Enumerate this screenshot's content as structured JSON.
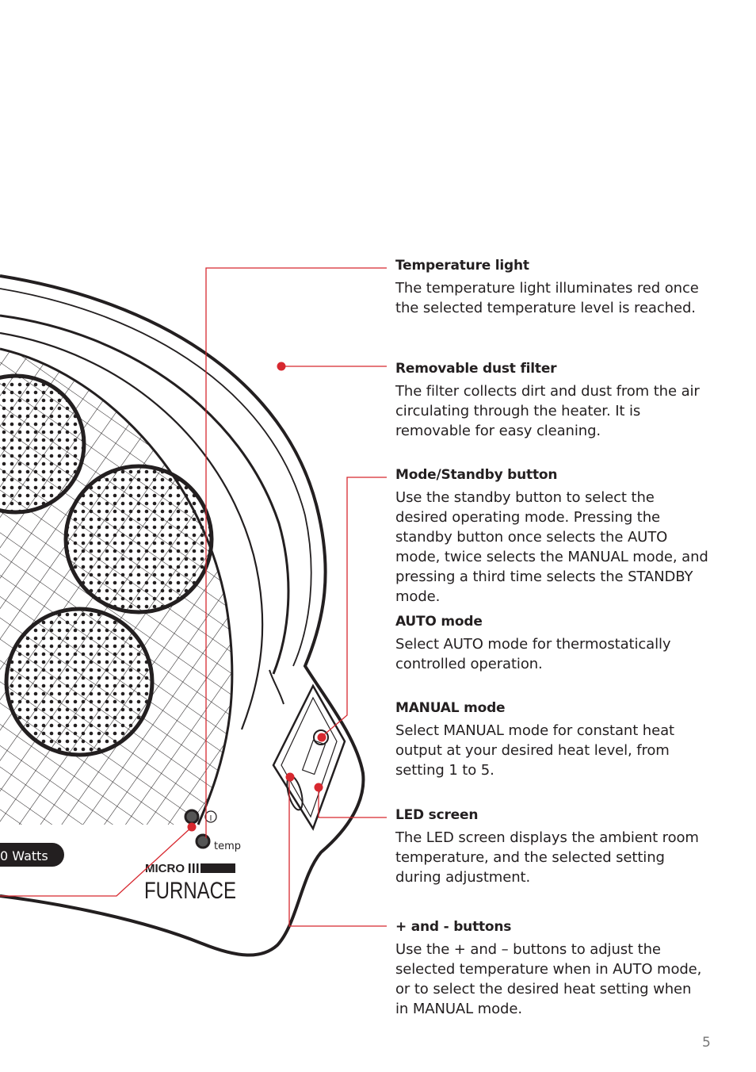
{
  "sections": [
    {
      "title": "Temperature light",
      "body": "The temperature light illuminates red once the selected temperature level is reached."
    },
    {
      "title": "Removable dust filter",
      "body": "The filter collects dirt and dust from the air circulating through the heater. It is removable for easy cleaning."
    },
    {
      "title": "Mode/Standby button",
      "body": "Use the standby button to select the desired operating mode. Pressing the standby button once selects the AUTO mode, twice selects the MANUAL mode, and pressing a third time selects the STANDBY mode."
    },
    {
      "title": "AUTO mode",
      "body": "Select AUTO mode for thermostatically controlled operation."
    },
    {
      "title": "MANUAL mode",
      "body": "Select MANUAL mode for constant heat output at your desired heat level, from setting 1 to 5."
    },
    {
      "title": "LED screen",
      "body": "The LED screen displays the ambient room temperature, and the selected setting during adjustment."
    },
    {
      "title": "+ and - buttons",
      "body": "Use the + and – buttons to adjust the selected temperature when in AUTO mode, or to select the desired heat setting when in MANUAL mode."
    }
  ],
  "heater": {
    "power_label": "0 Watts",
    "brand_line1": "MICRO",
    "brand_line2": "FURNACE",
    "power_symbol": "I",
    "temp_label": "temp"
  },
  "colors": {
    "callout": "#d7282f",
    "ink": "#231f20"
  },
  "page_number": "5"
}
